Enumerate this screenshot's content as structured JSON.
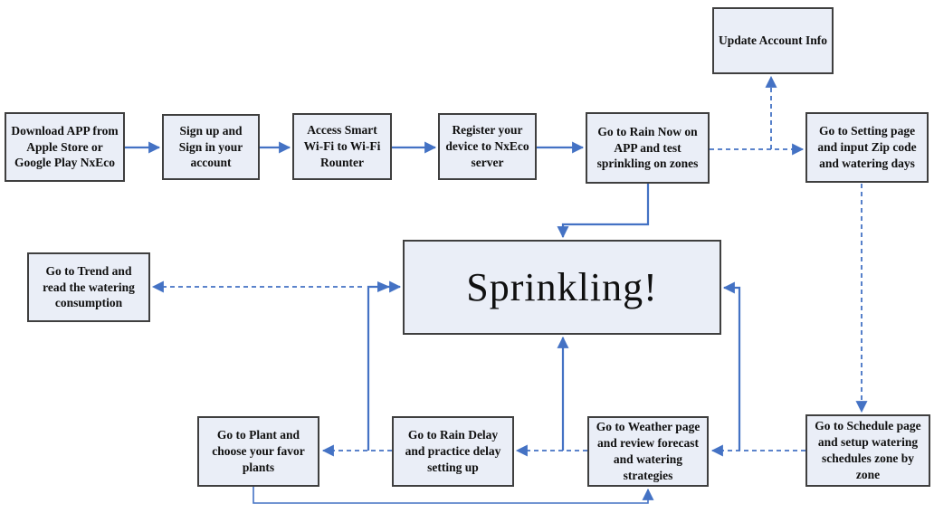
{
  "nodes": {
    "update_account": {
      "label": "Update Account Info"
    },
    "download_app": {
      "label": "Download APP from Apple Store or Google Play NxEco"
    },
    "sign_up": {
      "label": "Sign up and Sign in your account"
    },
    "access_wifi": {
      "label": "Access Smart Wi-Fi to Wi-Fi Rounter"
    },
    "register_device": {
      "label": "Register your device to NxEco server"
    },
    "rain_now": {
      "label": "Go to Rain Now on APP  and test sprinkling on zones"
    },
    "setting_page": {
      "label": "Go to Setting page and input Zip code and watering days"
    },
    "sprinkling": {
      "label": "Sprinkling!"
    },
    "trend": {
      "label": "Go to Trend and read the watering consumption"
    },
    "plant": {
      "label": "Go to Plant and choose your favor plants"
    },
    "rain_delay": {
      "label": "Go to Rain Delay and practice delay setting up"
    },
    "weather": {
      "label": "Go to Weather page and review forecast and watering strategies"
    },
    "schedule": {
      "label": "Go to Schedule page and setup watering schedules zone by zone"
    }
  },
  "edges": [
    {
      "from": "download_app",
      "to": "sign_up",
      "style": "solid"
    },
    {
      "from": "sign_up",
      "to": "access_wifi",
      "style": "solid"
    },
    {
      "from": "access_wifi",
      "to": "register_device",
      "style": "solid"
    },
    {
      "from": "register_device",
      "to": "rain_now",
      "style": "solid"
    },
    {
      "from": "rain_now",
      "to": "setting_page",
      "style": "dashed"
    },
    {
      "from": "rain_now",
      "to": "update_account",
      "style": "dashed"
    },
    {
      "from": "rain_now",
      "to": "sprinkling",
      "style": "solid"
    },
    {
      "from": "setting_page",
      "to": "schedule",
      "style": "dashed"
    },
    {
      "from": "schedule",
      "to": "weather",
      "style": "dashed"
    },
    {
      "from": "schedule",
      "to": "sprinkling",
      "style": "solid"
    },
    {
      "from": "weather",
      "to": "rain_delay",
      "style": "dashed"
    },
    {
      "from": "weather",
      "to": "sprinkling",
      "style": "solid"
    },
    {
      "from": "rain_delay",
      "to": "plant",
      "style": "dashed"
    },
    {
      "from": "plant",
      "to": "sprinkling",
      "style": "solid"
    },
    {
      "from": "sprinkling",
      "to": "trend",
      "style": "dashed"
    },
    {
      "from": "plant",
      "to": "weather",
      "style": "solid"
    }
  ],
  "colors": {
    "arrow": "#4472C4",
    "box_fill": "#EAEEF7",
    "box_border": "#3F3F3F",
    "text": "#101010",
    "background": "#FFFFFF"
  }
}
